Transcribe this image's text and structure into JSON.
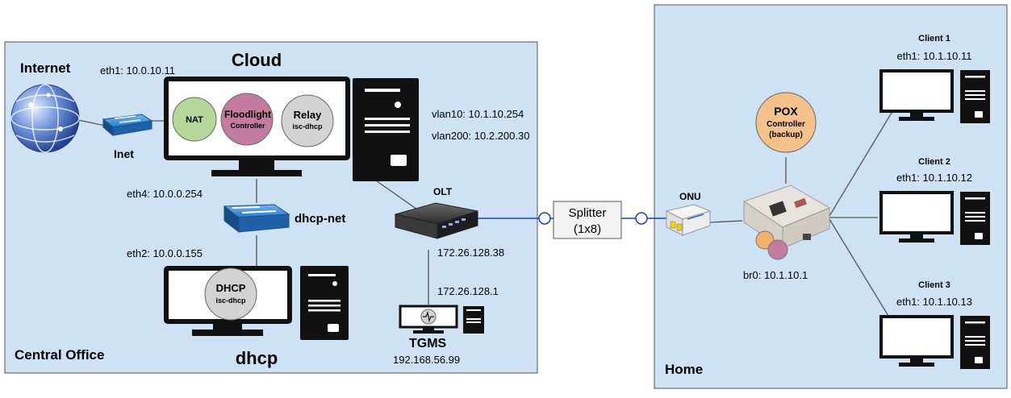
{
  "zones": {
    "central_office": "Central Office",
    "home": "Home"
  },
  "cloud": {
    "title": "Cloud",
    "eth1": "eth1: 10.0.10.11",
    "eth4": "eth4: 10.0.0.254",
    "eth2": "eth2: 10.0.0.155",
    "nat": "NAT",
    "floodlight_line1": "Floodlight",
    "floodlight_line2": "Controller",
    "relay_line1": "Relay",
    "relay_line2": "isc-dhcp"
  },
  "internet": {
    "label": "Internet"
  },
  "inet_switch": {
    "label": "Inet"
  },
  "dhcp_net_switch": {
    "label": "dhcp-net"
  },
  "dhcp_host": {
    "title": "dhcp",
    "circle_line1": "DHCP",
    "circle_line2": "isc-dhcp"
  },
  "olt": {
    "label": "OLT",
    "vlan10": "vlan10: 10.1.10.254",
    "vlan200": "vlan200: 10.2.200.30",
    "ip1": "172.26.128.38",
    "ip2": "172.26.128.1"
  },
  "tgms": {
    "label": "TGMS",
    "ip": "192.168.56.99"
  },
  "splitter": {
    "line1": "Splitter",
    "line2": "(1x8)"
  },
  "onu": {
    "label": "ONU"
  },
  "pox": {
    "line1": "POX",
    "line2": "Controller",
    "line3": "(backup)"
  },
  "home_router": {
    "br0": "br0: 10.1.10.1"
  },
  "clients": [
    {
      "name": "Client 1",
      "ip": "eth1: 10.1.10.11"
    },
    {
      "name": "Client 2",
      "ip": "eth1: 10.1.10.12"
    },
    {
      "name": "Client 3",
      "ip": "eth1: 10.1.10.13"
    }
  ],
  "colors": {
    "zone_fill": "#cfe2f3",
    "zone_stroke": "#555555",
    "nat_fill": "#b5d89a",
    "floodlight_fill": "#c47ba0",
    "relay_fill": "#d3d3d3",
    "pox_fill": "#f6c28b",
    "fiber_line": "#1a3fd1",
    "device_dark": "#1a1a1a"
  }
}
